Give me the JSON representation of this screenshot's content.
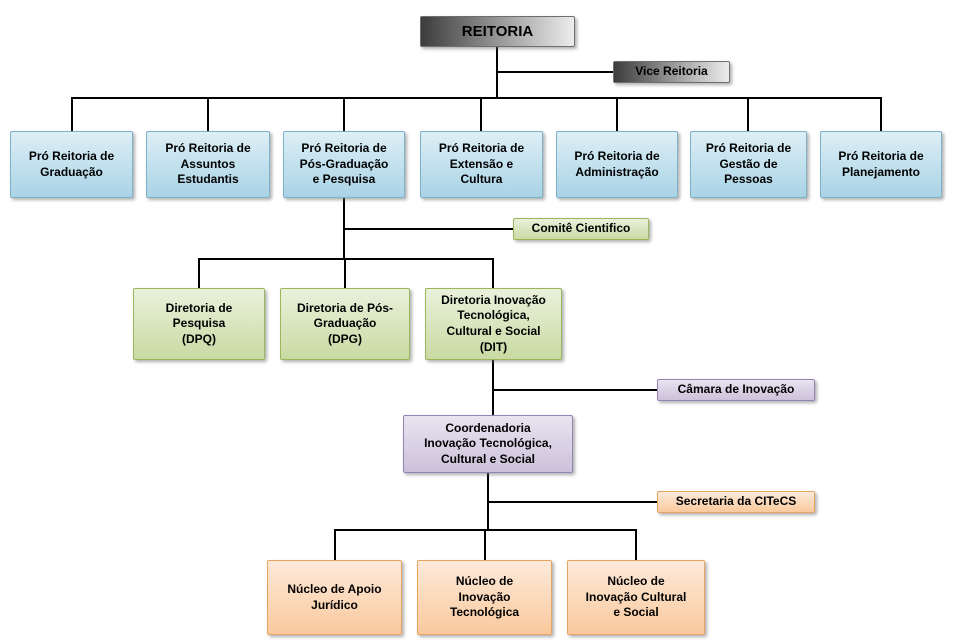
{
  "nodes": {
    "reitoria": {
      "label": "REITORIA"
    },
    "vice": {
      "label": "Vice Reitoria"
    },
    "pro_reitorias": [
      {
        "label": "Pró Reitoria de\nGraduação"
      },
      {
        "label": "Pró Reitoria de\nAssuntos\nEstudantis"
      },
      {
        "label": "Pró Reitoria de\nPós-Graduação\ne Pesquisa"
      },
      {
        "label": "Pró Reitoria de\nExtensão e\nCultura"
      },
      {
        "label": "Pró Reitoria de\nAdministração"
      },
      {
        "label": "Pró Reitoria de\nGestão de\nPessoas"
      },
      {
        "label": "Pró Reitoria de\nPlanejamento"
      }
    ],
    "comite": {
      "label": "Comitê Cientifico"
    },
    "diretorias": [
      {
        "label": "Diretoria de\nPesquisa\n(DPQ)"
      },
      {
        "label": "Diretoria de Pós-\nGraduação\n(DPG)"
      },
      {
        "label": "Diretoria Inovação\nTecnológica,\nCultural e Social\n(DIT)"
      }
    ],
    "camara": {
      "label": "Câmara de Inovação"
    },
    "coordenadoria": {
      "label": "Coordenadoria\nInovação Tecnológica,\nCultural e Social"
    },
    "secretaria": {
      "label": "Secretaria da CITeCS"
    },
    "nucleos": [
      {
        "label": "Núcleo de Apoio\nJurídico"
      },
      {
        "label": "Núcleo de\nInovação\nTecnológica"
      },
      {
        "label": "Núcleo de\nInovação Cultural\ne Social"
      }
    ]
  },
  "colors": {
    "top_box": "#3c3c3c",
    "pro_reitoria_fill": "#a9d3e6",
    "diretoria_fill": "#c9daa3",
    "coordenadoria_fill": "#ccc1da",
    "nucleo_fill": "#fac99d",
    "connector": "#000000"
  }
}
